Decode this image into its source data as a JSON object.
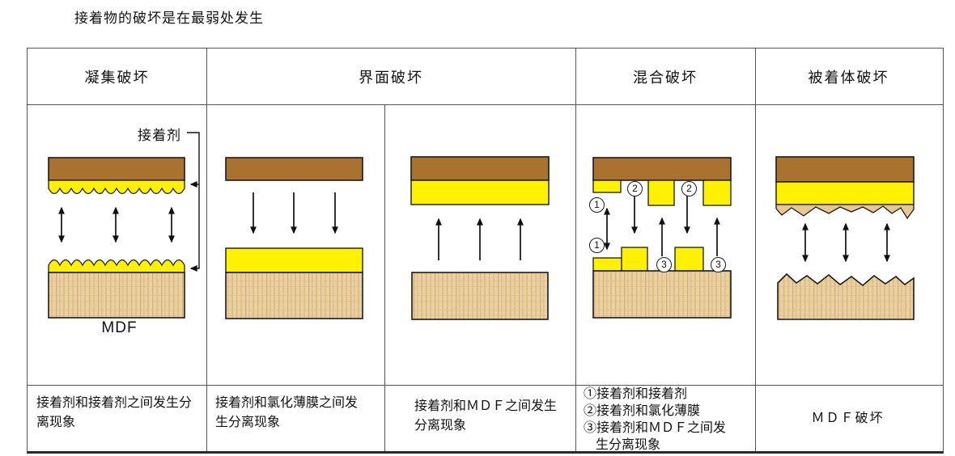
{
  "page_title": "接着物的破坏是在最弱处发生",
  "table": {
    "headers": {
      "cohesive": "凝集破坏",
      "interface": "界面破坏",
      "mixed": "混合破坏",
      "adherend": "被着体破坏"
    }
  },
  "labels": {
    "adhesive": "接着剂",
    "mdf": "MDF",
    "marker1": "1",
    "marker2": "2",
    "marker3": "3"
  },
  "descriptions": {
    "cohesive_lines": [
      "接着剂和接着剂之间发生分",
      "离现象"
    ],
    "interface_left_lines": [
      "接着剂和氯化薄膜之间发",
      "生分离现象"
    ],
    "interface_right_lines": [
      "接着剂和ＭＤＦ之间发生",
      "分离现象"
    ],
    "mixed_lines": [
      "①接着剂和接着剂",
      "②接着剂和氯化薄膜",
      "③接着剂和ＭＤＦ之间发",
      "生分离现象"
    ],
    "adherend": "ＭＤＦ破坏"
  },
  "colors": {
    "adherend_brown": "#A9722F",
    "adhesive_yellow": "#FFF100",
    "torn_mdf_tan": "#E8C793",
    "mdf_texture_base": "#EBD0A1",
    "outline": "#1A1A1A",
    "table_border": "#555555"
  }
}
